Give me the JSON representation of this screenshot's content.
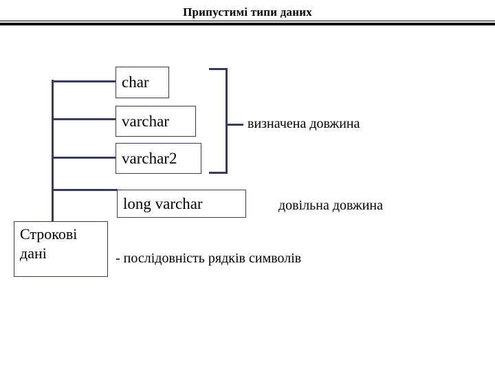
{
  "slide": {
    "title": "Припустимі типи даних",
    "background_color": "#ffffff",
    "line_color": "#3a3a5c",
    "text_color": "#000000"
  },
  "diagram": {
    "root_node": {
      "label": "Строкові дані",
      "line1": "Строкові",
      "line2": "дані"
    },
    "type_boxes": [
      {
        "label": "char"
      },
      {
        "label": "varchar"
      },
      {
        "label": "varchar2"
      },
      {
        "label": "long varchar"
      }
    ],
    "captions": [
      {
        "label": "визначена довжина"
      },
      {
        "label": "довільна довжина"
      },
      {
        "label": "- послідовність рядків символів"
      }
    ]
  }
}
